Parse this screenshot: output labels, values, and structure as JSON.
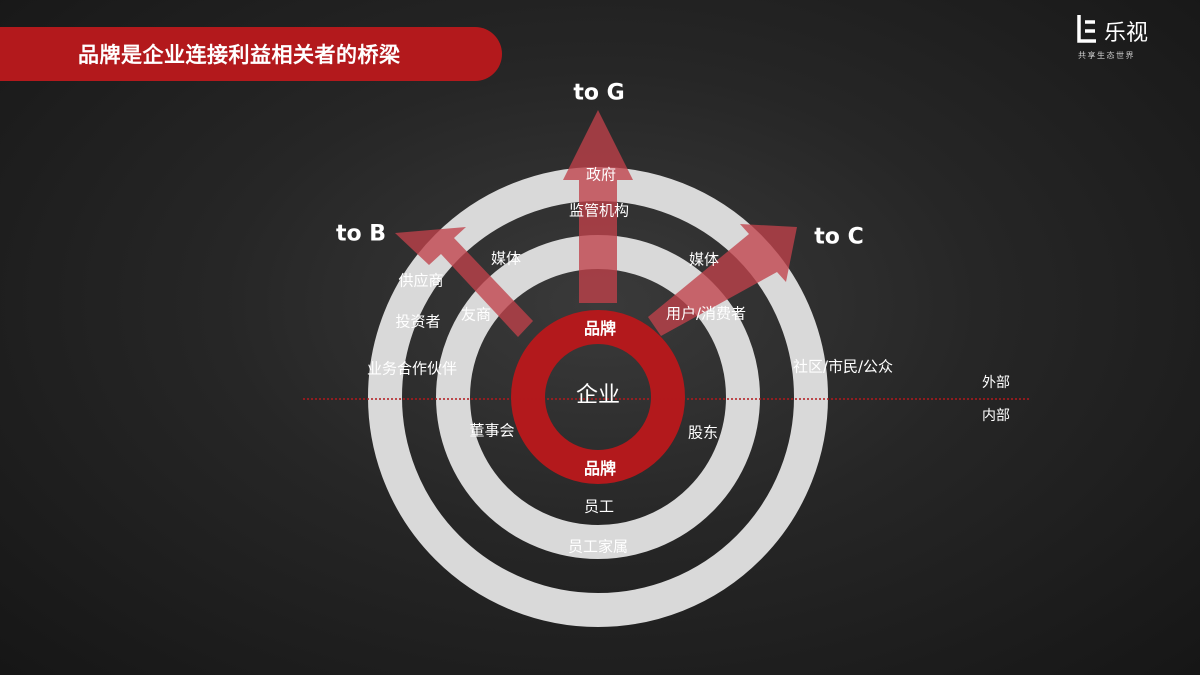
{
  "title": "品牌是企业连接利益相关者的桥梁",
  "logo": {
    "name": "乐视",
    "slogan": "共享生态世界"
  },
  "directions": {
    "to_g": "to G",
    "to_b": "to B",
    "to_c": "to C"
  },
  "core": {
    "center": "企业",
    "brand_top": "品牌",
    "brand_bottom": "品牌"
  },
  "inner_ring": {
    "media_left": "媒体",
    "friend_business": "友商",
    "board": "董事会",
    "media_right": "媒体",
    "users": "用户/消费者",
    "shareholders": "股东",
    "employees": "员工"
  },
  "outer_ring": {
    "government": "政府",
    "regulators": "监管机构",
    "suppliers": "供应商",
    "investors": "投资者",
    "partners": "业务合作伙伴",
    "community": "社区/市民/公众",
    "employee_families": "员工家属"
  },
  "divider": {
    "external": "外部",
    "internal": "内部"
  },
  "colors": {
    "brand_red": "#b3191c",
    "ring_gray": "#d9d9d9",
    "arrow_red": "#c0414a"
  }
}
